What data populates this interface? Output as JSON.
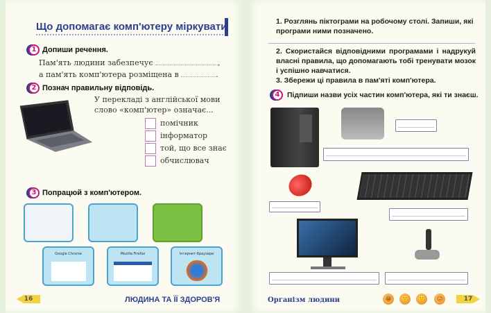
{
  "left_page": {
    "title": "Що допомагає комп'ютеру міркувати",
    "task1": {
      "number": "1",
      "instruction": "Допиши речення.",
      "line1": "Пам'ять людини забезпечує",
      "line1_end": ",",
      "line2": "а пам'ять комп'ютера розміщена в",
      "line2_end": "."
    },
    "task2": {
      "number": "2",
      "instruction": "Познач правильну відповідь.",
      "question_line1": "У перекладі з англійської мови",
      "question_line2": "слово «комп'ютер» означає...",
      "options": [
        "помічник",
        "інформатор",
        "той, що все знає",
        "обчислювач"
      ]
    },
    "task3": {
      "number": "3",
      "instruction": "Попрацюй з комп'ютером.",
      "thumbnails": [
        "Google Chrome",
        "Mozilla Firefox",
        "Інтернет-браузери"
      ]
    },
    "page_number": "16",
    "footer": "ЛЮДИНА ТА ЇЇ ЗДОРОВ'Я"
  },
  "right_page": {
    "steps": [
      "1. Розглянь піктограми на робочому столі. Запиши, які програми ними позначено.",
      "2. Скористайся відповідними програмами і надрукуй власні правила, що допомагають тобі тренувати мозок і успішно навчатися.",
      "3. Збережи ці правила в пам'яті комп'ютера."
    ],
    "task4": {
      "number": "4",
      "instruction": "Підпиши назви усіх частин комп'ютера, які ти знаєш."
    },
    "footer": "Організм людини",
    "page_number": "17",
    "smileys": [
      "😁",
      "🙂",
      "🙂",
      "😐"
    ]
  }
}
